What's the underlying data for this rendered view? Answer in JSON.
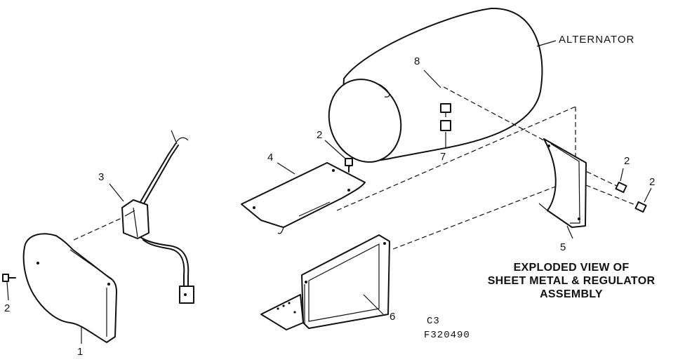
{
  "callouts": {
    "alternator": "ALTERNATOR",
    "n1": "1",
    "n2a": "2",
    "n2b": "2",
    "n2c": "2",
    "n2d": "2",
    "n3": "3",
    "n4": "4",
    "n5": "5",
    "n6": "6",
    "n7": "7",
    "n8": "8"
  },
  "title": {
    "line1": "EXPLODED VIEW OF",
    "line2": "SHEET METAL & REGULATOR",
    "line3": "ASSEMBLY"
  },
  "codes": {
    "section": "C3",
    "drawing": "F320490"
  }
}
